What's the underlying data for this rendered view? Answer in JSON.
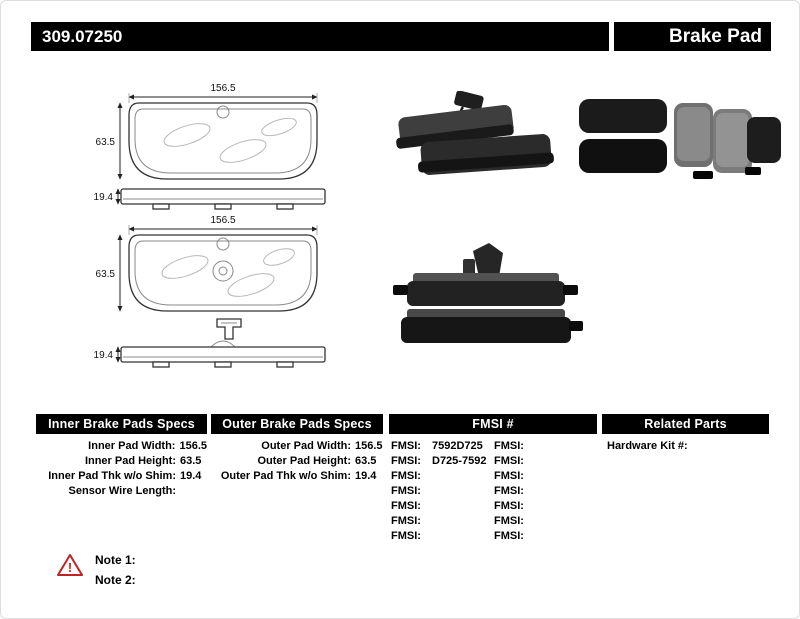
{
  "header": {
    "part_number": "309.07250",
    "product_name": "Brake Pad"
  },
  "diagram": {
    "pad1": {
      "width": "156.5",
      "height": "63.5",
      "thickness": "19.4"
    },
    "pad2": {
      "width": "156.5",
      "height": "63.5",
      "thickness": "19.4"
    }
  },
  "specs": {
    "inner": {
      "title": "Inner Brake Pads Specs",
      "rows": [
        {
          "label": "Inner Pad Width:",
          "value": "156.5"
        },
        {
          "label": "Inner Pad Height:",
          "value": "63.5"
        },
        {
          "label": "Inner Pad Thk w/o Shim:",
          "value": "19.4"
        },
        {
          "label": "Sensor Wire Length:",
          "value": ""
        }
      ]
    },
    "outer": {
      "title": "Outer Brake Pads Specs",
      "rows": [
        {
          "label": "Outer Pad Width:",
          "value": "156.5"
        },
        {
          "label": "Outer Pad Height:",
          "value": "63.5"
        },
        {
          "label": "Outer Pad Thk w/o Shim:",
          "value": "19.4"
        }
      ]
    },
    "fmsi": {
      "title": "FMSI #",
      "col1": [
        {
          "label": "FMSI:",
          "value": "7592D725"
        },
        {
          "label": "FMSI:",
          "value": "D725-7592"
        },
        {
          "label": "FMSI:",
          "value": ""
        },
        {
          "label": "FMSI:",
          "value": ""
        },
        {
          "label": "FMSI:",
          "value": ""
        },
        {
          "label": "FMSI:",
          "value": ""
        },
        {
          "label": "FMSI:",
          "value": ""
        }
      ],
      "col2": [
        {
          "label": "FMSI:",
          "value": ""
        },
        {
          "label": "FMSI:",
          "value": ""
        },
        {
          "label": "FMSI:",
          "value": ""
        },
        {
          "label": "FMSI:",
          "value": ""
        },
        {
          "label": "FMSI:",
          "value": ""
        },
        {
          "label": "FMSI:",
          "value": ""
        },
        {
          "label": "FMSI:",
          "value": ""
        }
      ]
    },
    "related": {
      "title": "Related Parts",
      "rows": [
        {
          "label": "Hardware Kit #:",
          "value": ""
        }
      ]
    }
  },
  "notes": [
    {
      "label": "Note 1:"
    },
    {
      "label": "Note 2:"
    }
  ],
  "icons": {
    "warning": "warning-triangle"
  },
  "colors": {
    "header_bg": "#000000",
    "header_text": "#ffffff",
    "warning_red": "#c22222"
  }
}
